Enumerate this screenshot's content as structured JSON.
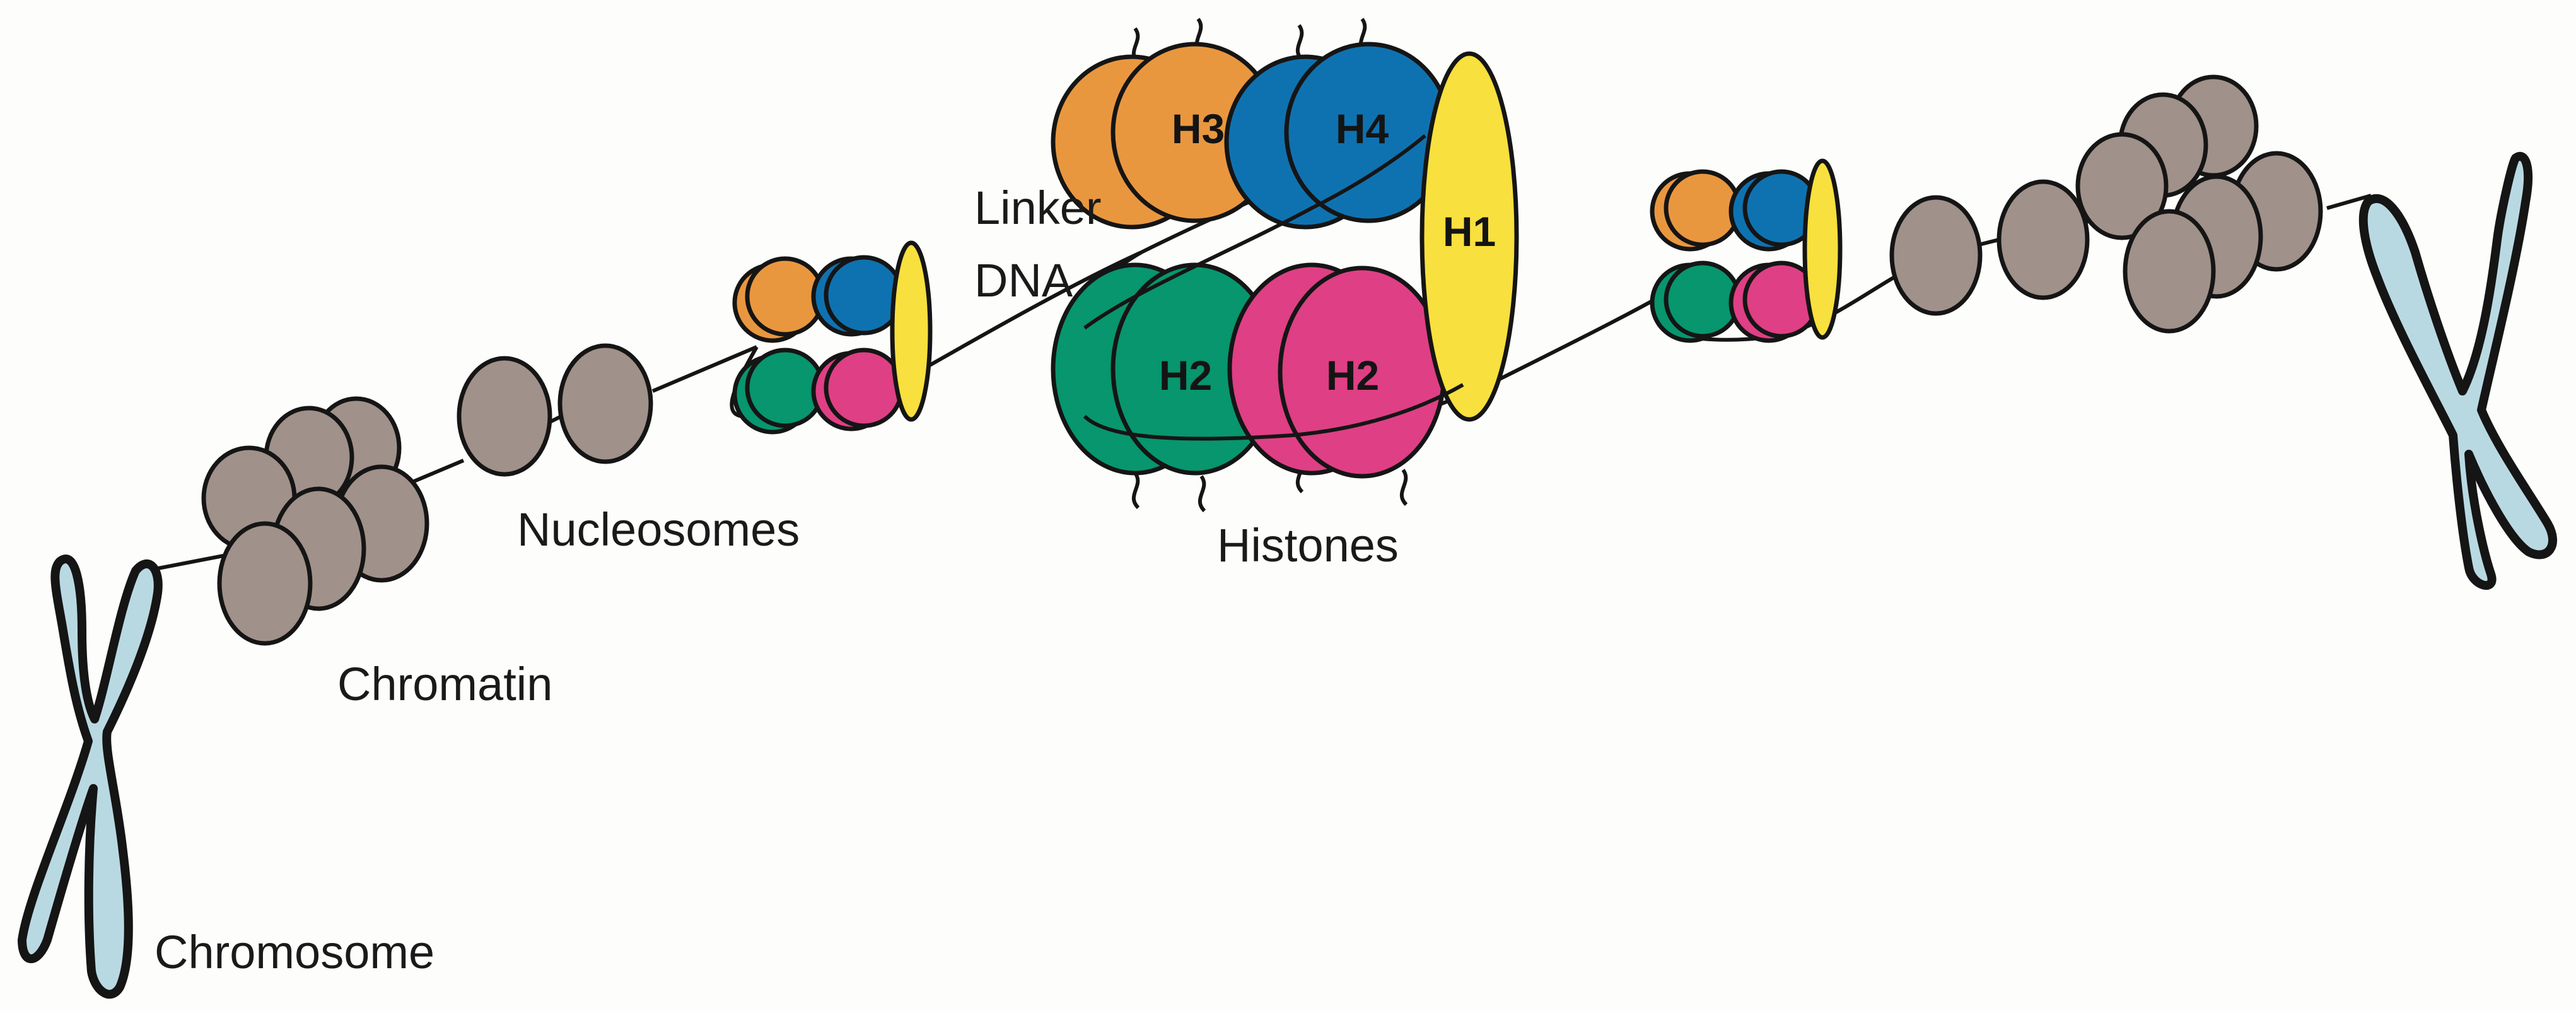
{
  "labels": {
    "chromosome": "Chromosome",
    "chromatin": "Chromatin",
    "nucleosomes": "Nucleosomes",
    "linker_line1": "Linker",
    "linker_line2": "DNA",
    "histones": "Histones"
  },
  "histones": {
    "h3": "H3",
    "h4": "H4",
    "h1": "H1",
    "h2a": "H2",
    "h2b": "H2"
  },
  "colors": {
    "background": "#fdfdfb",
    "chromosome": "#b9d9e2",
    "bead": "#a0918a",
    "h3": "#e9973f",
    "h4": "#0f72b0",
    "h1": "#f8e03e",
    "h2_green": "#07966e",
    "h2_pink": "#df3f85",
    "outline": "#151515"
  }
}
